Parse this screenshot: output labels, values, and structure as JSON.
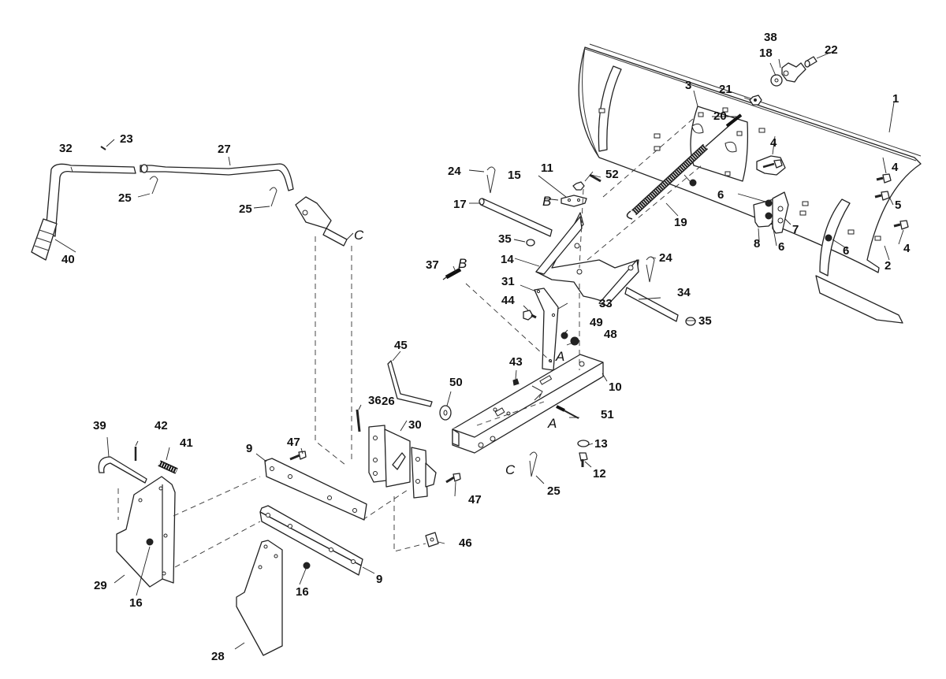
{
  "diagram": {
    "type": "exploded-parts-diagram",
    "subject": "snow plow blade and mounting/lift assembly",
    "parts": [
      {
        "id": "1",
        "name": "blade"
      },
      {
        "id": "2",
        "name": "blade-wear-edge"
      },
      {
        "id": "3",
        "name": "blade-pivot-bracket"
      },
      {
        "id": "4",
        "name": "bolt"
      },
      {
        "id": "5",
        "name": "bolt"
      },
      {
        "id": "6",
        "name": "nut"
      },
      {
        "id": "7",
        "name": "washer"
      },
      {
        "id": "8",
        "name": "angle-latch-plate"
      },
      {
        "id": "9",
        "name": "mounting-rail"
      },
      {
        "id": "10",
        "name": "push-frame"
      },
      {
        "id": "11",
        "name": "nut"
      },
      {
        "id": "12",
        "name": "bolt"
      },
      {
        "id": "13",
        "name": "washer"
      },
      {
        "id": "14",
        "name": "pivot-frame"
      },
      {
        "id": "15",
        "name": "spring-anchor-plate"
      },
      {
        "id": "16",
        "name": "flange-nut"
      },
      {
        "id": "17",
        "name": "pivot-pin"
      },
      {
        "id": "18",
        "name": "washer"
      },
      {
        "id": "19",
        "name": "extension-spring"
      },
      {
        "id": "20",
        "name": "eye-bolt"
      },
      {
        "id": "21",
        "name": "nut"
      },
      {
        "id": "22",
        "name": "bolt"
      },
      {
        "id": "23",
        "name": "pin"
      },
      {
        "id": "24",
        "name": "hair-pin-clip"
      },
      {
        "id": "25",
        "name": "hair-pin-clip"
      },
      {
        "id": "26",
        "name": "bushing"
      },
      {
        "id": "27",
        "name": "lift-rod"
      },
      {
        "id": "28",
        "name": "side-bracket-right"
      },
      {
        "id": "29",
        "name": "side-bracket-left"
      },
      {
        "id": "30",
        "name": "hitch-bracket"
      },
      {
        "id": "31",
        "name": "lift-arm"
      },
      {
        "id": "32",
        "name": "lift-handle"
      },
      {
        "id": "33",
        "name": "lift-arm-plate"
      },
      {
        "id": "34",
        "name": "pivot-pin"
      },
      {
        "id": "35",
        "name": "cap"
      },
      {
        "id": "36",
        "name": "cotter-pin"
      },
      {
        "id": "37",
        "name": "spring"
      },
      {
        "id": "38",
        "name": "blade-stop"
      },
      {
        "id": "39",
        "name": "hook-rod"
      },
      {
        "id": "40",
        "name": "handle-grip"
      },
      {
        "id": "41",
        "name": "spring"
      },
      {
        "id": "42",
        "name": "roll-pin"
      },
      {
        "id": "43",
        "name": "nut"
      },
      {
        "id": "44",
        "name": "bolt"
      },
      {
        "id": "45",
        "name": "latch-rod"
      },
      {
        "id": "46",
        "name": "latch"
      },
      {
        "id": "47",
        "name": "bolt"
      },
      {
        "id": "48",
        "name": "nut"
      },
      {
        "id": "49",
        "name": "washer"
      },
      {
        "id": "50",
        "name": "washer"
      },
      {
        "id": "51",
        "name": "bolt"
      },
      {
        "id": "52",
        "name": "roll-pin"
      }
    ],
    "callouts": [
      {
        "text": "1"
      },
      {
        "text": "2"
      },
      {
        "text": "3"
      },
      {
        "text": "4"
      },
      {
        "text": "4"
      },
      {
        "text": "4"
      },
      {
        "text": "5"
      },
      {
        "text": "6"
      },
      {
        "text": "6"
      },
      {
        "text": "6"
      },
      {
        "text": "7"
      },
      {
        "text": "8"
      },
      {
        "text": "9"
      },
      {
        "text": "9"
      },
      {
        "text": "10"
      },
      {
        "text": "11"
      },
      {
        "text": "12"
      },
      {
        "text": "13"
      },
      {
        "text": "14"
      },
      {
        "text": "15"
      },
      {
        "text": "16"
      },
      {
        "text": "16"
      },
      {
        "text": "17"
      },
      {
        "text": "18"
      },
      {
        "text": "19"
      },
      {
        "text": "20"
      },
      {
        "text": "21"
      },
      {
        "text": "22"
      },
      {
        "text": "23"
      },
      {
        "text": "24"
      },
      {
        "text": "24"
      },
      {
        "text": "25"
      },
      {
        "text": "25"
      },
      {
        "text": "25"
      },
      {
        "text": "26"
      },
      {
        "text": "27"
      },
      {
        "text": "28"
      },
      {
        "text": "29"
      },
      {
        "text": "30"
      },
      {
        "text": "31"
      },
      {
        "text": "32"
      },
      {
        "text": "33"
      },
      {
        "text": "34"
      },
      {
        "text": "35"
      },
      {
        "text": "35"
      },
      {
        "text": "36"
      },
      {
        "text": "37"
      },
      {
        "text": "38"
      },
      {
        "text": "39"
      },
      {
        "text": "40"
      },
      {
        "text": "41"
      },
      {
        "text": "42"
      },
      {
        "text": "43"
      },
      {
        "text": "44"
      },
      {
        "text": "45"
      },
      {
        "text": "46"
      },
      {
        "text": "47"
      },
      {
        "text": "47"
      },
      {
        "text": "48"
      },
      {
        "text": "49"
      },
      {
        "text": "50"
      },
      {
        "text": "51"
      },
      {
        "text": "52"
      }
    ],
    "reference_letters": [
      {
        "text": "A"
      },
      {
        "text": "A"
      },
      {
        "text": "B"
      },
      {
        "text": "B"
      },
      {
        "text": "C"
      },
      {
        "text": "C"
      }
    ]
  }
}
